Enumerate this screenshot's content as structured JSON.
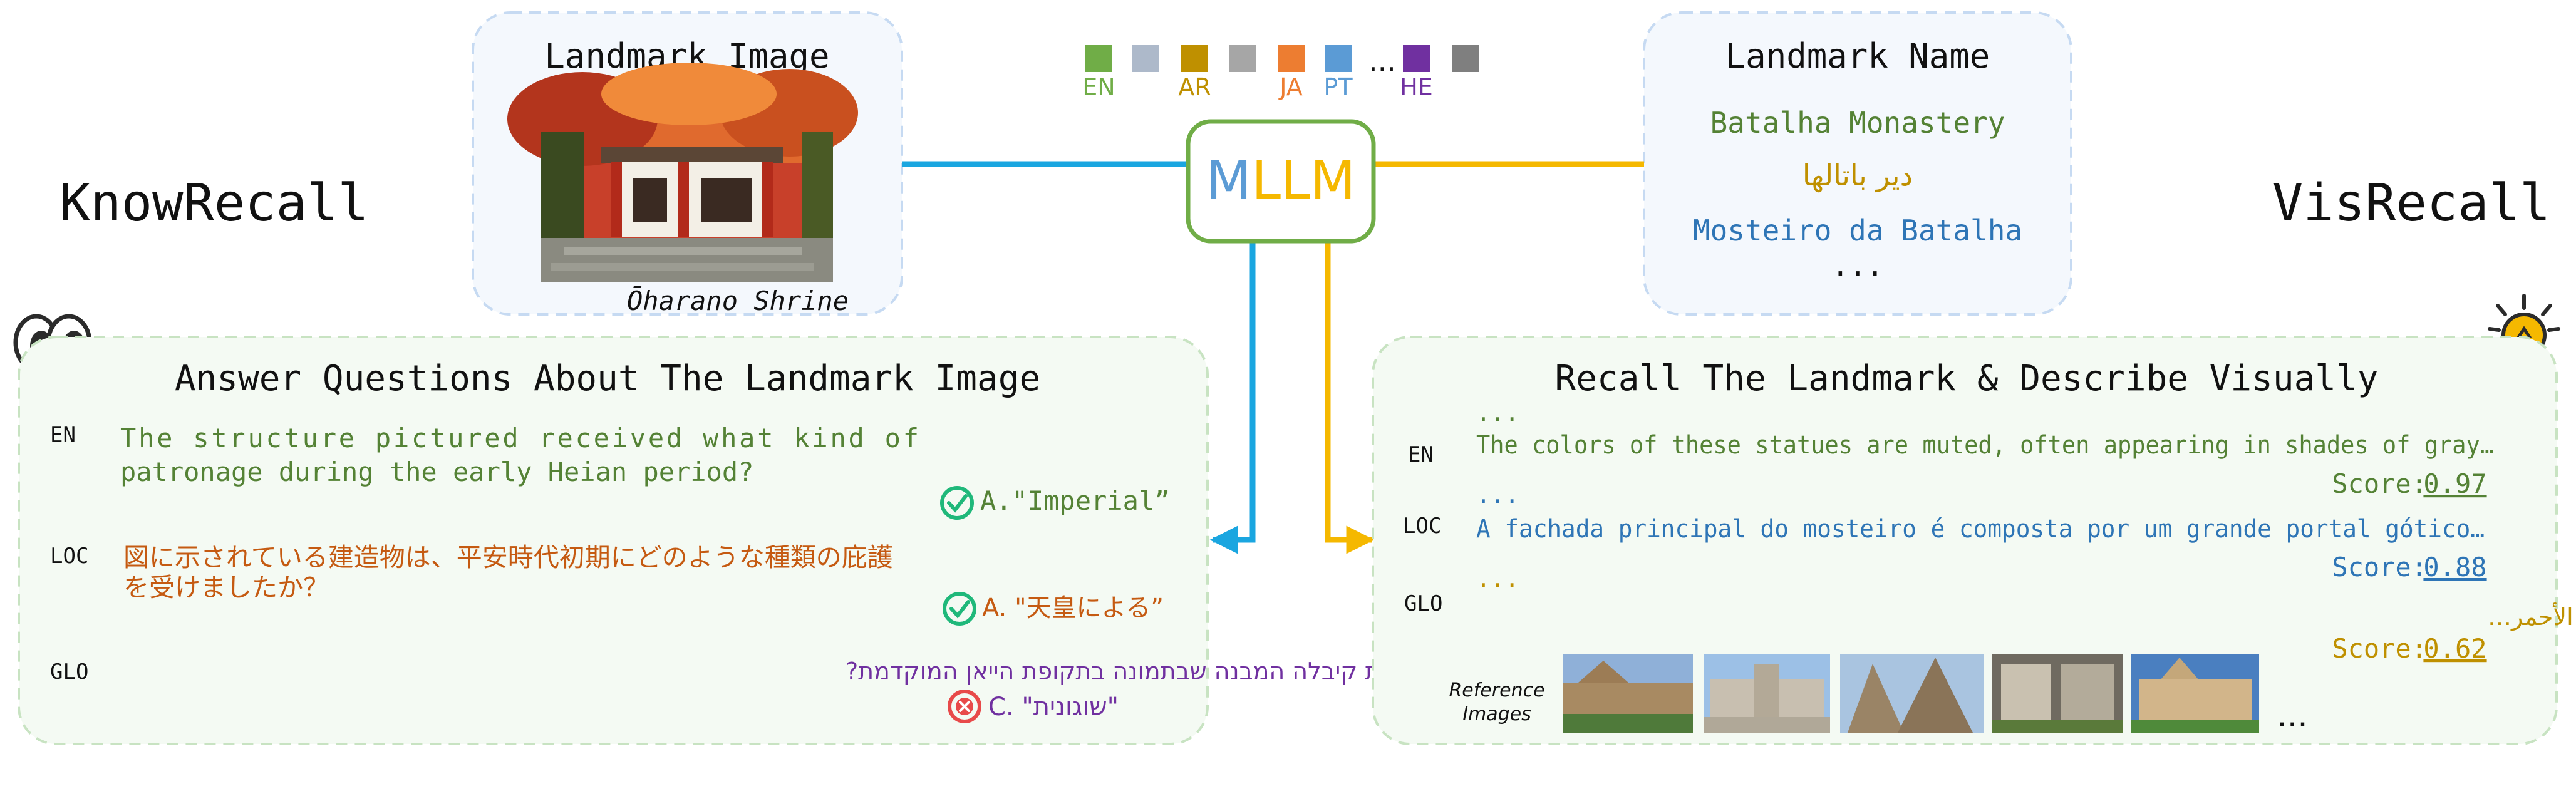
{
  "left_title": "KnowRecall",
  "right_title": "VisRecall",
  "landmark_image_box": {
    "title": "Landmark Image",
    "caption": "Ōharano Shrine"
  },
  "landmark_name_box": {
    "title": "Landmark Name",
    "names": [
      "Batalha Monastery",
      "دير باتالها",
      "Mosteiro da Batalha"
    ],
    "ellipsis": "..."
  },
  "model": {
    "letters": [
      "M",
      "L",
      "L",
      "M"
    ]
  },
  "languages": [
    {
      "label": "EN",
      "color": "#70ad47"
    },
    {
      "label": "",
      "color": "#adb9ca"
    },
    {
      "label": "AR",
      "color": "#bf9000"
    },
    {
      "label": "",
      "color": "#a6a6a6"
    },
    {
      "label": "JA",
      "color": "#ed7d31"
    },
    {
      "label": "PT",
      "color": "#5b9bd5"
    },
    {
      "label": "HE",
      "color": "#7030a0"
    },
    {
      "label": "",
      "color": "#7f7f7f"
    }
  ],
  "languages_ellipsis": "...",
  "knowrecall_panel": {
    "title": "Answer Questions About The Landmark Image",
    "rows": [
      {
        "tag": "EN",
        "question_lines": [
          "The structure pictured received what kind of",
          "patronage during the early Heian period?"
        ],
        "answer": "A.\"Imperial”",
        "correct": true
      },
      {
        "tag": "LOC",
        "question_lines": [
          "図に示されている建造物は、平安時代初期にどのような種類の庇護",
          "を受けましたか？"
        ],
        "answer": "A. \"天皇による”",
        "correct": true
      },
      {
        "tag": "GLO",
        "question_lines": [
          "איזה סוג של פטרונות קיבלה המבנה שבתמונה בתקופת הייאן המוקדמת?"
        ],
        "answer": "C. \"שוגונית\"",
        "correct": false
      }
    ]
  },
  "visrecall_panel": {
    "title": "Recall The Landmark & Describe Visually",
    "rows": [
      {
        "tag": "EN",
        "prefix": "...",
        "text": "The colors of these statues are muted, often appearing in shades of gray…",
        "score_label": "Score:",
        "score": "0.97"
      },
      {
        "tag": "LOC",
        "prefix": "...",
        "text": "A fachada principal do mosteiro é composta por um grande portal gótico…",
        "score_label": "Score:",
        "score": "0.88"
      },
      {
        "tag": "GLO",
        "prefix": "...",
        "text": "الديرة مغطاة بالـلون الأحمر والأبيض، مع بعض التفاصيل الزرقاء. الأحمر…",
        "score_label": "Score:",
        "score": "0.62"
      }
    ],
    "reference_label": [
      "Reference",
      "Images"
    ],
    "reference_ellipsis": "..."
  },
  "colors": {
    "blue_line": "#1aa6e0",
    "yellow_line": "#f5b800",
    "green_text": "#548235",
    "orange_text": "#c55a11",
    "blue_text": "#2e75b6",
    "gold_text": "#bf9000",
    "purple_text": "#7030a0",
    "model_border": "#70ad47"
  }
}
